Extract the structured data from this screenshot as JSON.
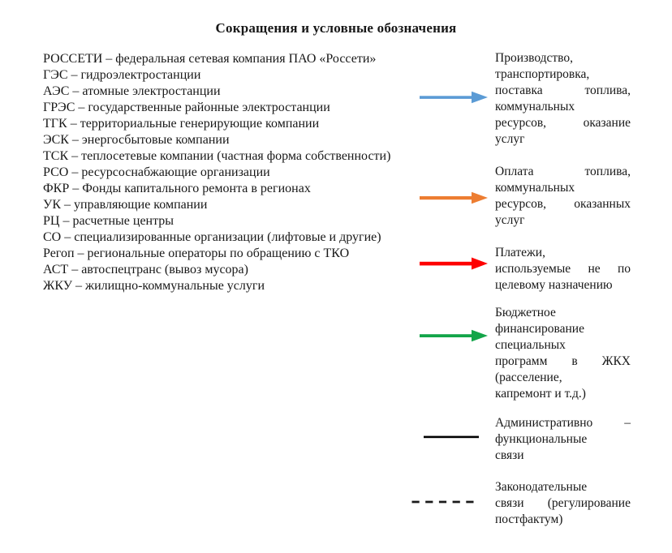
{
  "title": "Сокращения и условные обозначения",
  "abbreviations": [
    "РОССЕТИ – федеральная сетевая компания ПАО «Россети»",
    "ГЭС – гидроэлектростанции",
    "АЭС – атомные электростанции",
    "ГРЭС – государственные районные электростанции",
    "ТГК – территориальные генерирующие компании",
    "ЭСК – энергосбытовые компании",
    "ТСК – теплосетевые компании (частная форма собственности)",
    "РСО – ресурсоснабжающие организации",
    "ФКР – Фонды капитального ремонта в регионах",
    "УК – управляющие компании",
    "РЦ – расчетные центры",
    "СО – специализированные организации (лифтовые и другие)",
    "Регоп – региональные операторы по обращению с ТКО",
    "АСТ – автоспецтранс (вывоз мусора)",
    "ЖКУ – жилищно-коммунальные услуги"
  ],
  "legend": {
    "items": [
      {
        "symbol": "arrow",
        "icon": "blue-arrow-icon",
        "color": "#5B9BD5",
        "lines": [
          "Производство,",
          "транспортировка,",
          "поставка топлива,",
          "коммунальных",
          "ресурсов, оказание",
          "услуг"
        ]
      },
      {
        "symbol": "arrow",
        "icon": "orange-arrow-icon",
        "color": "#ED7D31",
        "lines": [
          "Оплата топлива,",
          "коммунальных",
          "ресурсов, оказанных",
          "услуг"
        ]
      },
      {
        "symbol": "arrow",
        "icon": "red-arrow-icon",
        "color": "#FE0000",
        "lines": [
          "Платежи,",
          "используемые не по",
          "целевому назначению"
        ]
      },
      {
        "symbol": "arrow",
        "icon": "green-arrow-icon",
        "color": "#13A549",
        "lines": [
          "Бюджетное",
          "финансирование",
          "специальных",
          "программ в ЖКХ",
          "(расселение,",
          "капремонт и т.д.)"
        ]
      },
      {
        "symbol": "solid-line",
        "icon": "solid-line-icon",
        "color": "#000000",
        "lines": [
          "Административно –",
          "функциональные",
          "связи"
        ]
      },
      {
        "symbol": "dashed-line",
        "icon": "dashed-line-icon",
        "color": "#1a1a1a",
        "lines": [
          "Законодательные",
          "связи (регулирование",
          "постфактум)"
        ]
      }
    ]
  }
}
